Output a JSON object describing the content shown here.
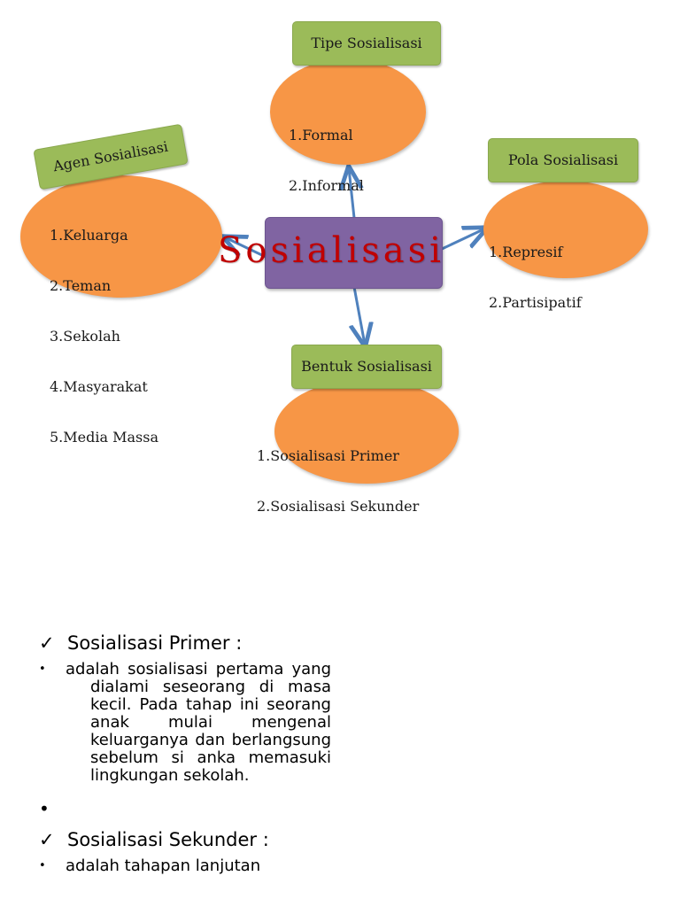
{
  "diagram": {
    "center": "Sosialisasi",
    "nodes": [
      {
        "id": "tipe",
        "tag": "Tipe Sosialisasi",
        "items": [
          "1.Formal",
          "2.Informal"
        ]
      },
      {
        "id": "agen",
        "tag": "Agen Sosialisasi",
        "items": [
          "1.Keluarga",
          "2.Teman",
          "3.Sekolah",
          "4.Masyarakat",
          "5.Media Massa"
        ]
      },
      {
        "id": "pola",
        "tag": "Pola Sosialisasi",
        "items": [
          "1.Represif",
          "2.Partisipatif"
        ]
      },
      {
        "id": "bentuk",
        "tag": "Bentuk Sosialisasi",
        "items": [
          "1.Sosialisasi Primer",
          "2.Sosialisasi Sekunder"
        ]
      }
    ],
    "colors": {
      "tag": "#9bbb59",
      "oval": "#f79646",
      "center_box": "#8064a2",
      "center_text": "#c00000",
      "arrow": "#4f81bd"
    }
  },
  "notes": {
    "check_mark": "✓",
    "bullet_mark": "•",
    "sections": [
      {
        "heading": "Sosialisasi Primer  :",
        "text": "adalah sosialisasi pertama yang dialami seseorang di masa kecil. Pada tahap ini seorang anak mulai mengenal keluarganya dan berlangsung sebelum si anka memasuki lingkungan sekolah."
      },
      {
        "heading": "Sosialisasi Sekunder    :",
        "text": "adalah tahapan lanjutan"
      }
    ]
  }
}
